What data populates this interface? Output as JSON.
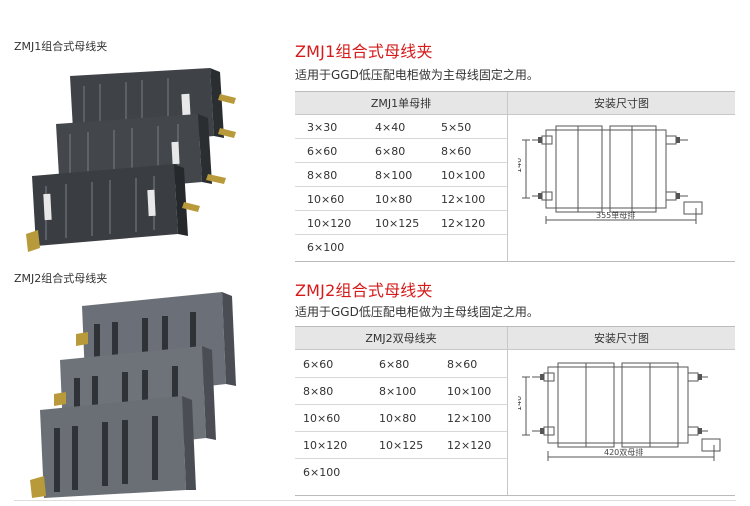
{
  "sections": [
    {
      "caption": "ZMJ1组合式母线夹",
      "title": "ZMJ1组合式母线夹",
      "subtitle": "适用于GGD低压配电柜做为主母线固定之用。",
      "table": {
        "left_header": "ZMJ1单母排",
        "right_header": "安装尺寸图",
        "rows": [
          [
            "3×30",
            "4×40",
            "5×50"
          ],
          [
            "6×60",
            "6×80",
            "8×60"
          ],
          [
            "8×80",
            "8×100",
            "10×100"
          ],
          [
            "10×60",
            "10×80",
            "12×100"
          ],
          [
            "10×120",
            "10×125",
            "12×120"
          ],
          [
            "6×100",
            "",
            ""
          ]
        ]
      },
      "drawing": {
        "height_label": "140",
        "width_label": "355单母排"
      }
    },
    {
      "caption": "ZMJ2组合式母线夹",
      "title": "ZMJ2组合式母线夹",
      "subtitle": "适用于GGD低压配电柜做为主母线固定之用。",
      "table": {
        "left_header": "ZMJ2双母线夹",
        "right_header": "安装尺寸图",
        "rows": [
          [
            "6×60",
            "6×80",
            "8×60"
          ],
          [
            "8×80",
            "8×100",
            "10×100"
          ],
          [
            "10×60",
            "10×80",
            "12×100"
          ],
          [
            "10×120",
            "10×125",
            "12×120"
          ],
          [
            "6×100",
            "",
            ""
          ]
        ]
      },
      "drawing": {
        "height_label": "140",
        "width_label": "420双母排"
      }
    }
  ],
  "colors": {
    "title_red": "#d61a1a",
    "header_gray": "#e6e6e6",
    "clamp_dark": "#3f4347",
    "clamp_gray": "#6b7078",
    "bracket_brass": "#b89a3a"
  }
}
